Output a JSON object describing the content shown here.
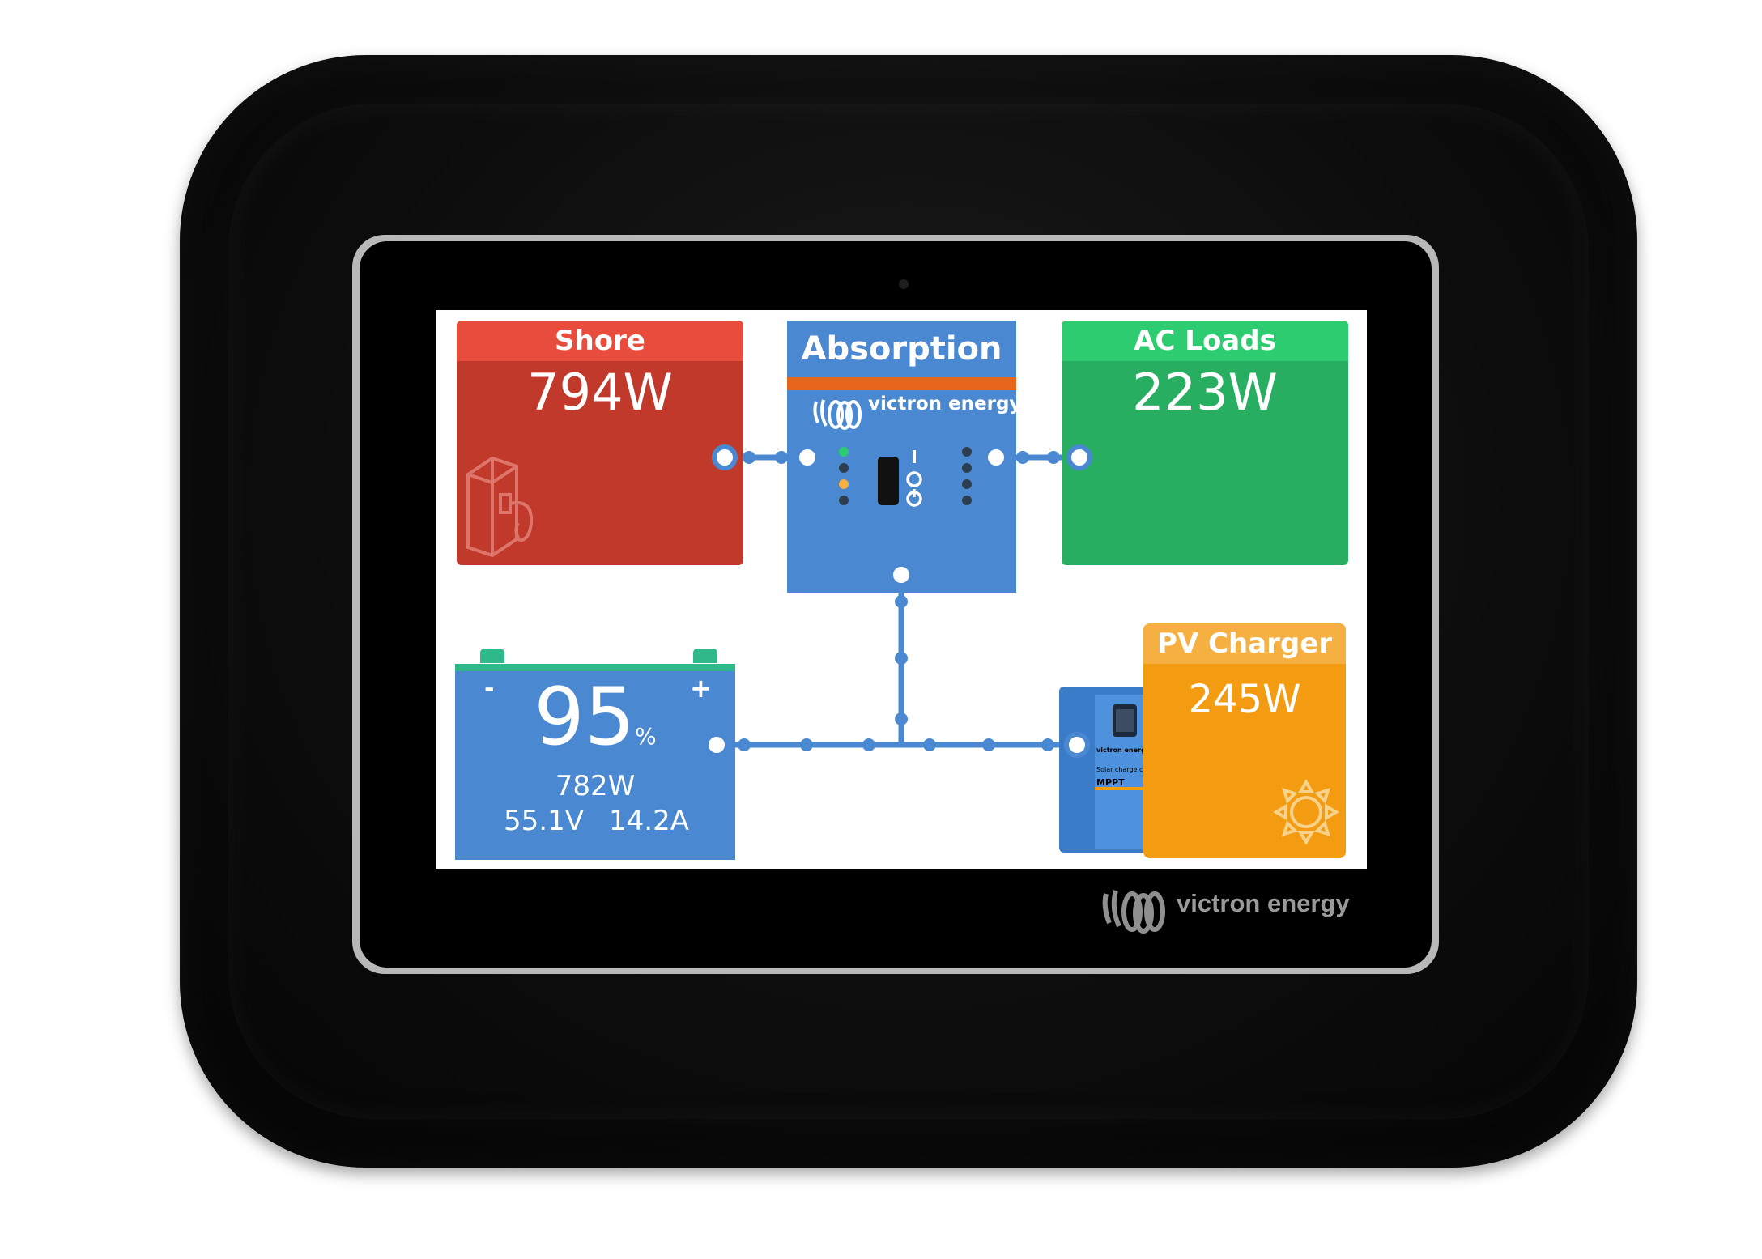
{
  "device": {
    "brand_text": "victron energy"
  },
  "shore": {
    "title": "Shore",
    "power": "794W"
  },
  "inverter": {
    "state": "Absorption",
    "brand_text": "victron energy"
  },
  "ac_loads": {
    "title": "AC Loads",
    "power": "223W"
  },
  "battery": {
    "soc": "95",
    "soc_unit": "%",
    "power": "782W",
    "voltage": "55.1V",
    "current": "14.2A",
    "minus_label": "-",
    "plus_label": "+"
  },
  "pv_charger": {
    "title": "PV Charger",
    "power": "245W",
    "device_label": "MPPT",
    "device_brand": "victron energy",
    "device_sub": "Solar charge c"
  },
  "colors": {
    "shore": "#c0392b",
    "inverter": "#4a89d1",
    "ac_loads": "#27ae60",
    "battery": "#4a89d1",
    "pv": "#f39c12",
    "wire": "#4a89d1"
  }
}
